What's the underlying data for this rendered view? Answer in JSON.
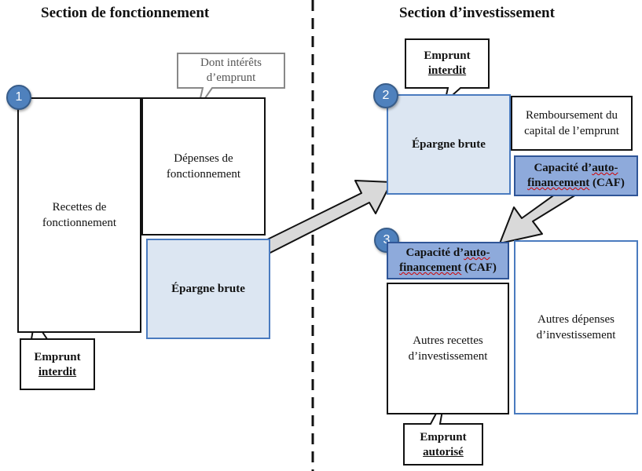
{
  "left": {
    "title": "Section de fonctionnement",
    "recettes": "Recettes de fonctionnement",
    "depenses": "Dépenses de fonctionnement",
    "epargne": "Épargne brute",
    "dont_interets": [
      "Dont intérêts",
      "d’emprunt"
    ],
    "emprunt": [
      "Emprunt",
      "interdit"
    ],
    "step": "1"
  },
  "right": {
    "title": "Section d’investissement",
    "emprunt_top": [
      "Emprunt",
      "interdit"
    ],
    "step2": "2",
    "epargne": "Épargne brute",
    "remboursement": "Remboursement du capital de l’emprunt",
    "caf_top": [
      "Capacité d’",
      "auto-",
      "financement",
      " (CAF)"
    ],
    "step3": "3",
    "caf_bottom": [
      "Capacité d’",
      "auto-",
      "financement",
      " (CAF)"
    ],
    "autres_recettes": "Autres recettes d’investissement",
    "autres_depenses": "Autres dépenses d’investissement",
    "emprunt_bottom": [
      "Emprunt",
      "autorisé"
    ]
  }
}
